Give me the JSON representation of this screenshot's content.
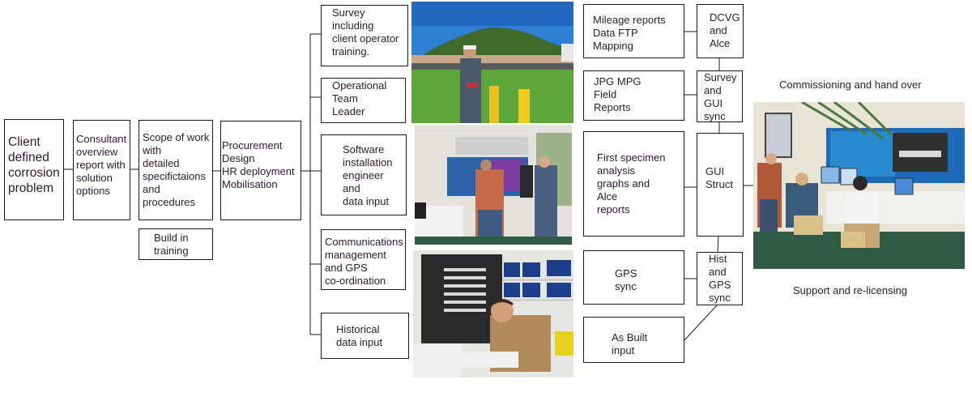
{
  "flow": {
    "client_problem": "Client\ndefined\ncorrosion\nproblem",
    "consultant_report": "Consultant\noverview\nreport with\nsolution\noptions",
    "scope_of_work": "Scope of work\nwith\ndetailed\nspecifictaions\nand\nprocedures",
    "build_in_training": "Build in\ntraining",
    "procurement": "Procurement\nDesign\nHR deployment\nMobilisation"
  },
  "branches": [
    "Survey\nincluding\nclient operator\ntraining.",
    "Operational\nTeam\nLeader",
    "Software\ninstallation\nengineer\nand\ndata input",
    "Communications\nmanagement\nand GPS\nco-ordination",
    "Historical\ndata input"
  ],
  "photos": [
    {
      "subject": "field-surveyor-photo"
    },
    {
      "subject": "control-room-team-photo"
    },
    {
      "subject": "server-rack-technician-photo"
    },
    {
      "subject": "commissioning-control-room-photo"
    }
  ],
  "outputs": {
    "mileage_reports": "Mileage reports\nData FTP\nMapping",
    "jpg_mpg": "JPG MPG\nField\nReports",
    "first_specimen": "First specimen\nanalysis\ngraphs and\nAlce\nreports",
    "gps_sync": "GPS\nsync",
    "as_built": "As Built\ninput"
  },
  "sync_chain": {
    "dcvg": "DCVG\nand\nAlce",
    "survey_gui": "Survey\nand\nGUI\nsync",
    "gui_struct": "GUI\nStruct",
    "hist_gps": "Hist\nand\nGPS\nsync"
  },
  "captions": {
    "commissioning": "Commissioning and hand over",
    "support": "Support and re-licensing"
  }
}
